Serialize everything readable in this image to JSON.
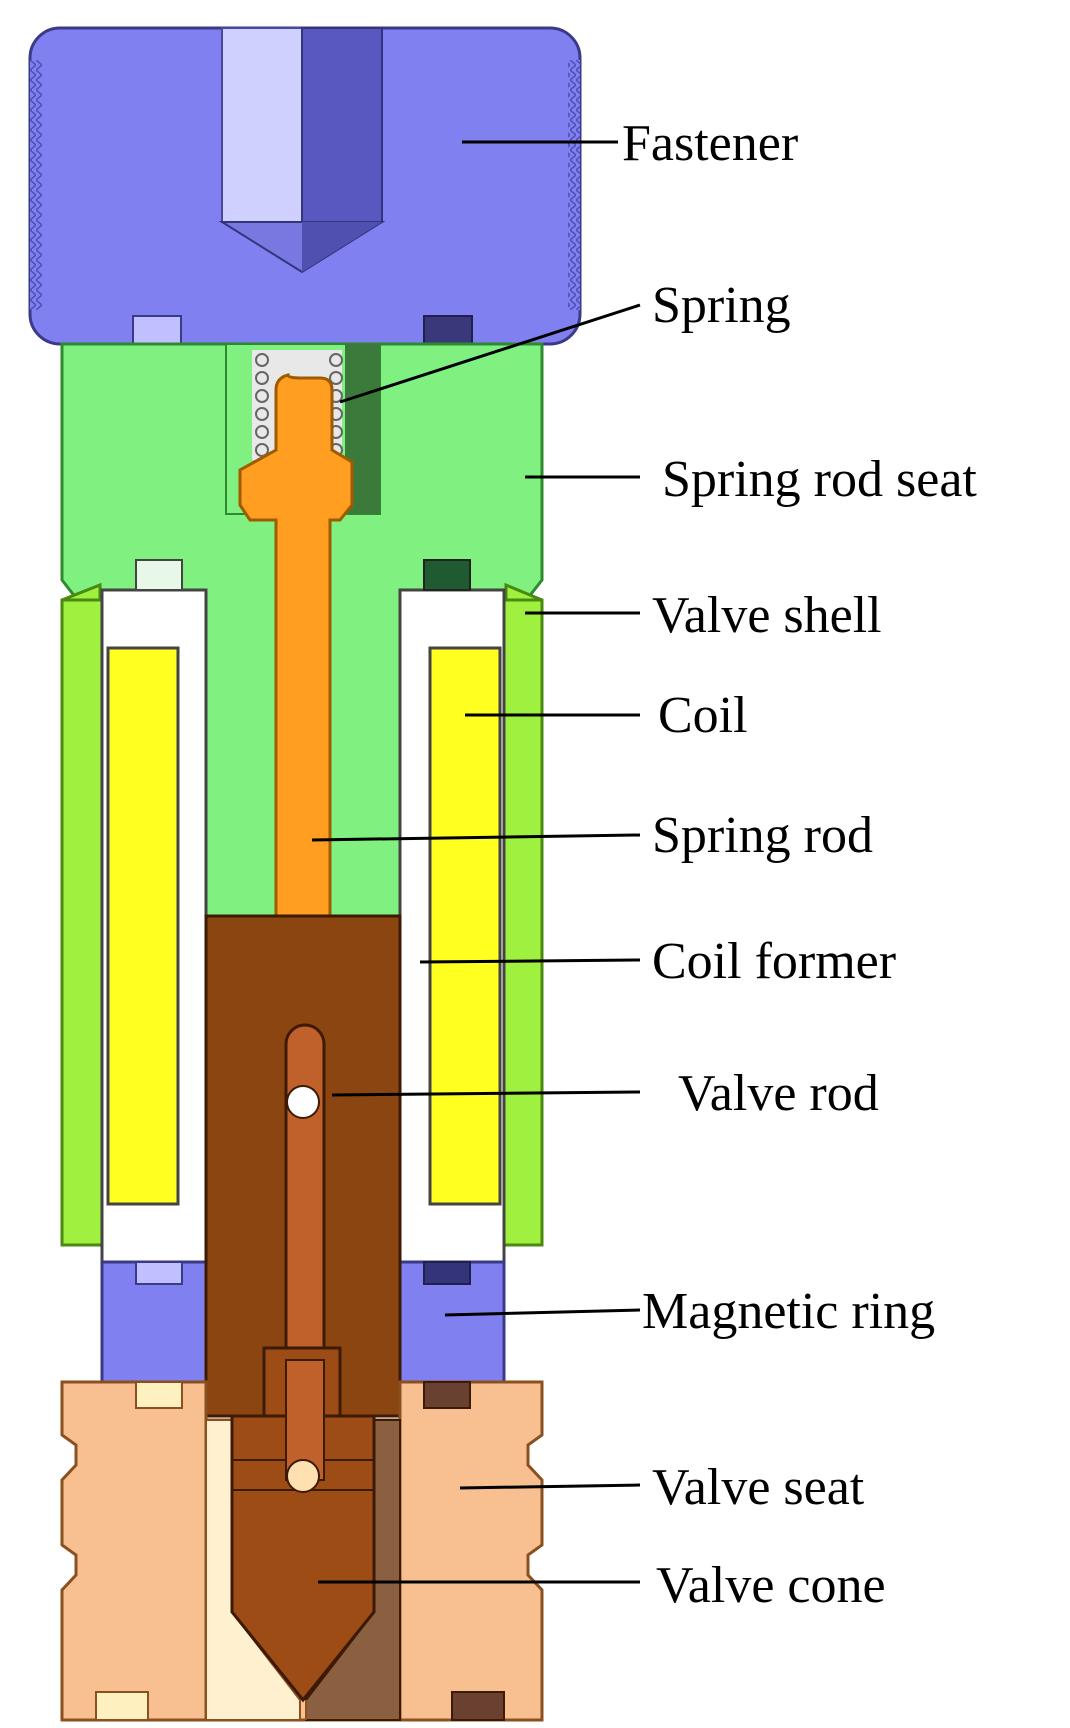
{
  "labels": {
    "fastener": "Fastener",
    "spring": "Spring",
    "spring_rod_seat": "Spring rod seat",
    "valve_shell": "Valve shell",
    "coil": "Coil",
    "spring_rod": "Spring rod",
    "coil_former": "Coil former",
    "valve_rod": "Valve rod",
    "magnetic_ring": "Magnetic ring",
    "valve_seat": "Valve seat",
    "valve_cone": "Valve cone"
  },
  "colors": {
    "fastener": "#8080f0",
    "spring_rod_seat": "#80f080",
    "valve_shell": "#a0f040",
    "coil": "#ffff20",
    "coil_former": "#ffffff",
    "spring_rod": "#ff9e20",
    "valve_rod_body": "#8b4510",
    "magnetic_ring": "#8080f0",
    "valve_seat": "#f8c090",
    "valve_cone": "#9c4c14"
  }
}
